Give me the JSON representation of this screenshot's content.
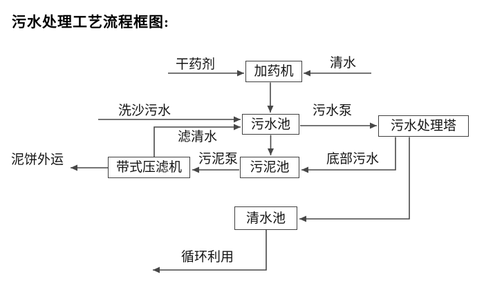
{
  "title": "污水处理工艺流程框图:",
  "nodes": {
    "dosing_machine": "加药机",
    "sewage_pool": "污水池",
    "treatment_tower": "污水处理塔",
    "sludge_pool": "污泥池",
    "belt_filter_press": "带式压滤机",
    "clean_water_pool": "清水池"
  },
  "flow_labels": {
    "dry_chemical": "干药剂",
    "clean_water": "清水",
    "sand_washing_sewage": "洗沙污水",
    "sewage_pump": "污水泵",
    "filtered_water": "滤清水",
    "bottom_sewage": "底部污水",
    "sludge_pump": "污泥泵",
    "mud_cake_out": "泥饼外运",
    "recycling": "循环利用"
  },
  "edges": [
    {
      "from": "external",
      "to": "dosing_machine",
      "label": "干药剂"
    },
    {
      "from": "external",
      "to": "dosing_machine",
      "label": "清水"
    },
    {
      "from": "dosing_machine",
      "to": "sewage_pool",
      "label": ""
    },
    {
      "from": "external",
      "to": "sewage_pool",
      "label": "洗沙污水"
    },
    {
      "from": "belt_filter_press",
      "to": "sewage_pool",
      "label": "滤清水"
    },
    {
      "from": "sewage_pool",
      "to": "treatment_tower",
      "label": "污水泵"
    },
    {
      "from": "sewage_pool",
      "to": "sludge_pool",
      "label": ""
    },
    {
      "from": "treatment_tower",
      "to": "sludge_pool",
      "label": "底部污水"
    },
    {
      "from": "sludge_pool",
      "to": "belt_filter_press",
      "label": "污泥泵"
    },
    {
      "from": "belt_filter_press",
      "to": "external",
      "label": "泥饼外运"
    },
    {
      "from": "treatment_tower",
      "to": "clean_water_pool",
      "label": ""
    },
    {
      "from": "clean_water_pool",
      "to": "external",
      "label": "循环利用"
    }
  ],
  "colors": {
    "background": "#ffffff",
    "line": "#474747",
    "box_border": "#3f3f3f",
    "text": "#141414",
    "title_text": "#000000"
  }
}
